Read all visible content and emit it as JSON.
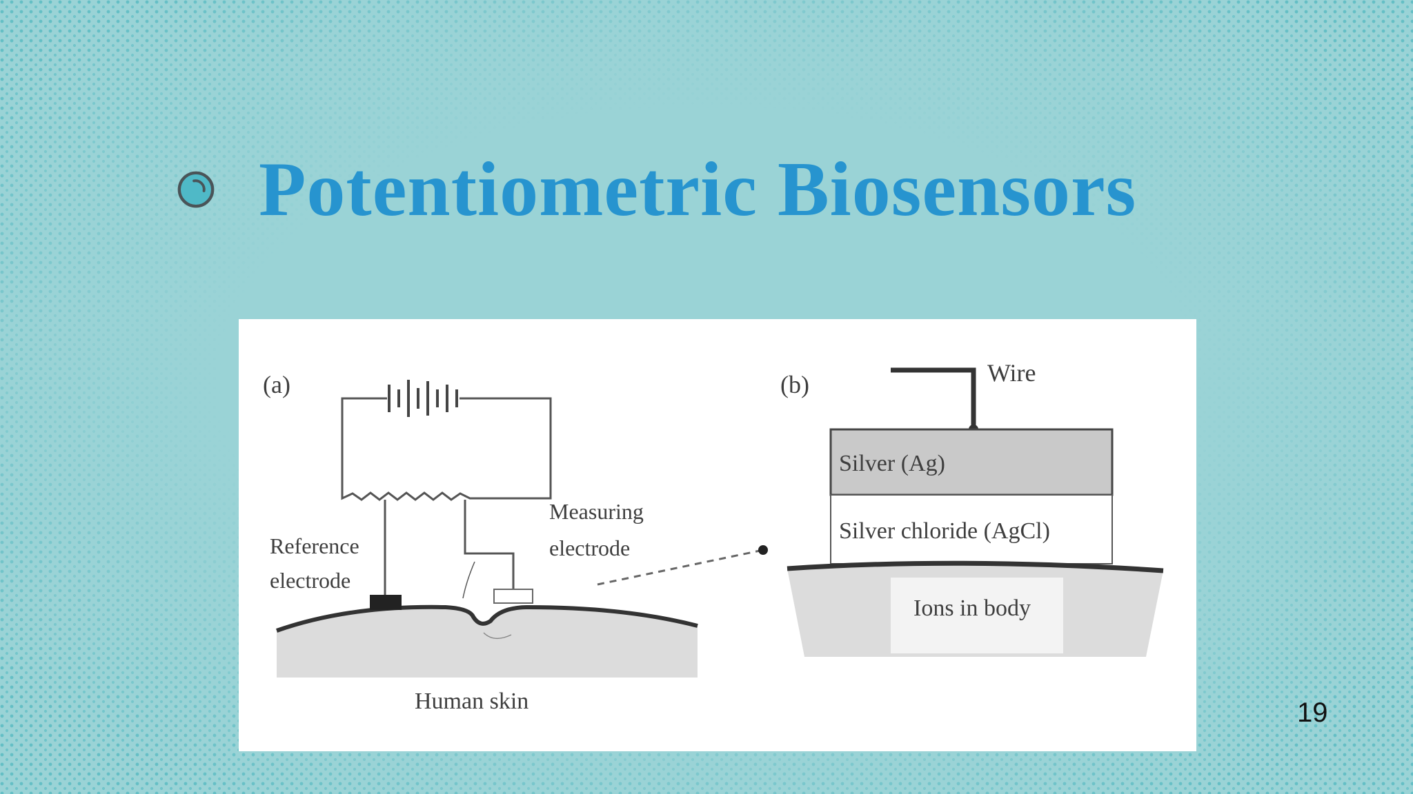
{
  "slide": {
    "title": "Potentiometric Biosensors",
    "page_number": "19",
    "bullet_icon": "circle-bullet-icon"
  },
  "figure": {
    "panel_a": {
      "label": "(a)",
      "reference_electrode": [
        "Reference",
        "electrode"
      ],
      "measuring_electrode": [
        "Measuring",
        "electrode"
      ],
      "skin_label": "Human skin"
    },
    "panel_b": {
      "label": "(b)",
      "wire": "Wire",
      "silver": "Silver (Ag)",
      "silver_chloride": "Silver chloride (AgCl)",
      "ions": "Ions in body"
    }
  },
  "colors": {
    "background": "#9ad3d6",
    "title": "#2794cf",
    "silver_layer": "#c9c9c9",
    "skin": "#dcdcdc"
  }
}
